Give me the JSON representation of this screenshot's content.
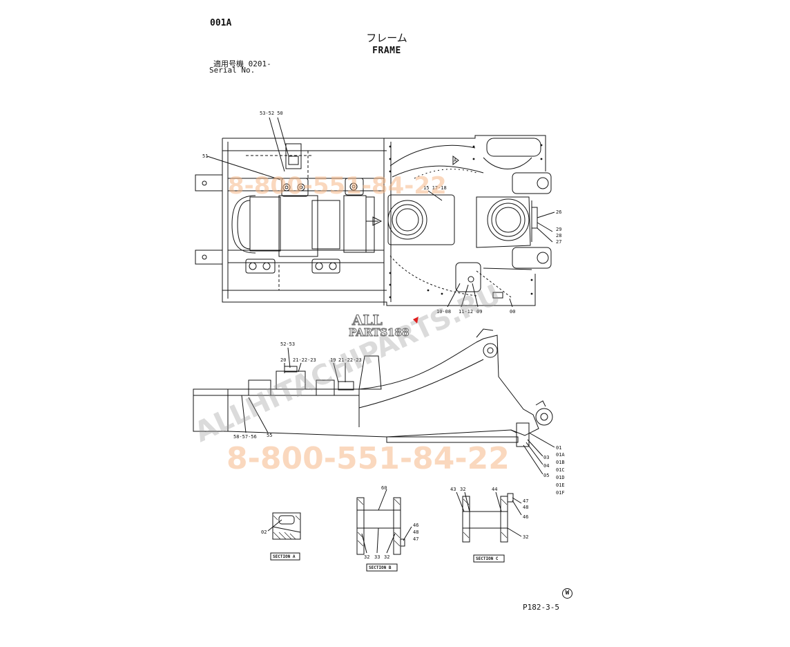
{
  "header": {
    "page_code": "001A",
    "title_jp": "フレーム",
    "title_en": "FRAME",
    "serial_jp": "適用号機  0201-",
    "serial_en": "Serial No."
  },
  "footer": {
    "page_ref": "P182-3-5",
    "w_mark": "W"
  },
  "top_view_labels": {
    "l_53_52_50": "53-52 50",
    "l_51": "51",
    "l_15_17_18": "15 17-18",
    "l_26": "26",
    "l_29": "29",
    "l_28": "28",
    "l_27": "27",
    "l_10_08": "10-08",
    "l_11_12": "11-12",
    "l_09": "09",
    "l_00": "00",
    "l_a": "A"
  },
  "side_view_labels": {
    "l_52_53": "52-53",
    "l_20": "20",
    "l_21_22_23a": "21-22-23",
    "l_19": "19",
    "l_21_22_23b": "21-22-23",
    "l_58_57_56": "58-57-56",
    "l_55": "55",
    "l_01": "01",
    "l_01a": "01A",
    "l_03": "03",
    "l_01b": "01B",
    "l_04": "04",
    "l_01c": "01C",
    "l_05": "05",
    "l_01d": "01D",
    "l_01e": "01E",
    "l_01f": "01F"
  },
  "section_a": {
    "caption": "SECTION A",
    "l_02": "02"
  },
  "section_b": {
    "caption": "SECTION B",
    "l_60": "60",
    "l_46": "46",
    "l_48": "48",
    "l_47": "47",
    "l_32a": "32",
    "l_33": "33",
    "l_32b": "32"
  },
  "section_c": {
    "caption": "SECTION C",
    "l_43": "43",
    "l_32a": "32",
    "l_44": "44",
    "l_47": "47",
    "l_48": "48",
    "l_46": "46",
    "l_32b": "32"
  },
  "watermarks": {
    "phone_top": "8-800-551-84-22",
    "phone_bottom": "8-800-551-84-22",
    "diagonal": "ALLHITACHIPARTS.RU",
    "logo_top": "ALL",
    "logo_bottom": "PARTS188"
  },
  "colors": {
    "line": "#111111",
    "watermark_orange": "#f7b98a",
    "watermark_gray": "#9a9a9a",
    "logo_flag": "#e02020"
  }
}
